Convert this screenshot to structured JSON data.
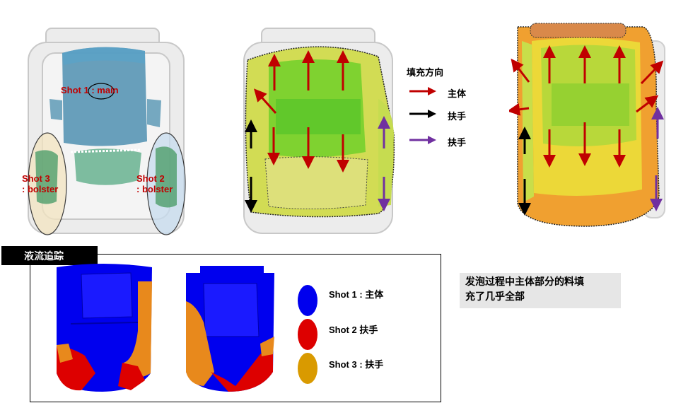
{
  "panel1": {
    "shot1_label": "Shot 1 : main",
    "shot3_label_line1": "Shot 3",
    "shot3_label_line2": ": bolster",
    "shot2_label_line1": "Shot 2",
    "shot2_label_line2": ": bolster"
  },
  "fill_direction_legend": {
    "title": "填充方向",
    "items": [
      {
        "label": "主体",
        "color": "#c00000"
      },
      {
        "label": "扶手",
        "color": "#000000"
      },
      {
        "label": "扶手",
        "color": "#7030a0"
      }
    ]
  },
  "tracker": {
    "tab_label": "液流追踪",
    "legend": [
      {
        "label": "Shot 1 : 主体",
        "color": "#0000ee"
      },
      {
        "label": "Shot 2 扶手",
        "color": "#dd0000"
      },
      {
        "label": "Shot 3 : 扶手",
        "color": "#d99a00"
      }
    ]
  },
  "note": {
    "line1": "发泡过程中主体部分的料填",
    "line2": "充了几乎全部"
  },
  "colors": {
    "main_arrow": "#c00000",
    "bolster_arrow_black": "#000000",
    "bolster_arrow_purple": "#7030a0",
    "shot1": "#0000ee",
    "shot2": "#dd0000",
    "shot3": "#d99a00"
  }
}
